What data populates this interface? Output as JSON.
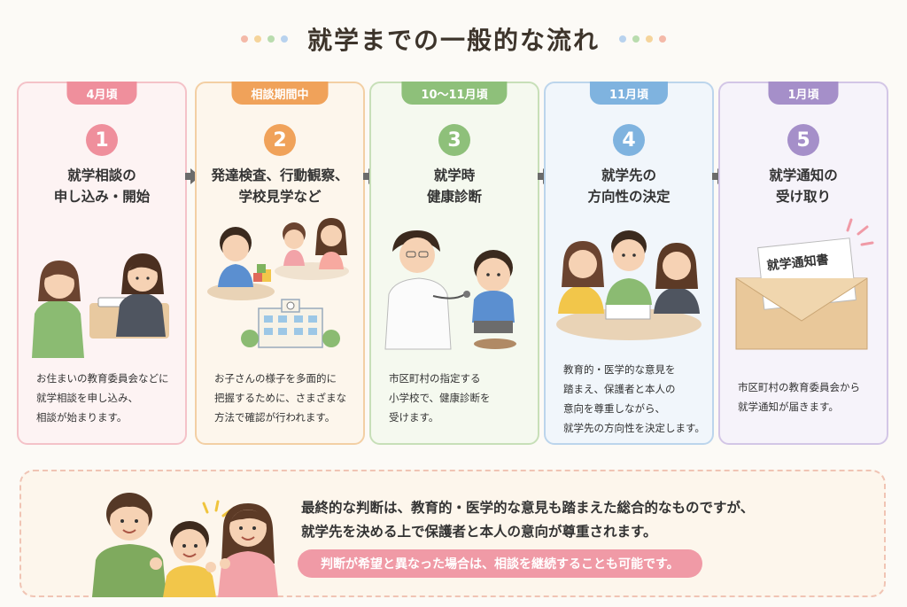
{
  "page_title": "就学までの一般的な流れ",
  "title_dots_left": [
    "#f4b9a8",
    "#f5d49b",
    "#b9dcae",
    "#b8d2ee"
  ],
  "title_dots_right": [
    "#b8d2ee",
    "#b9dcae",
    "#f5d49b",
    "#f4b9a8"
  ],
  "steps": [
    {
      "period": "4月頃",
      "number": "1",
      "title_lines": [
        "就学相談の",
        "申し込み・開始"
      ],
      "desc_lines": [
        "お住まいの教育委員会などに",
        "就学相談を申し込み、",
        "相談が始まります。"
      ],
      "color": "#ef8f9c",
      "bg": "#fdf3f3",
      "border": "#f4c2c8",
      "illustration": "consultation-scene"
    },
    {
      "period": "相談期間中",
      "number": "2",
      "title_lines": [
        "発達検査、行動観察、",
        "学校見学など"
      ],
      "desc_lines": [
        "お子さんの様子を多面的に",
        "把握するために、さまざまな",
        "方法で確認が行われます。"
      ],
      "color": "#f0a25a",
      "bg": "#fdf6ec",
      "border": "#f3cfa4",
      "illustration": "observation-scene"
    },
    {
      "period": "10〜11月頃",
      "number": "3",
      "title_lines": [
        "就学時",
        "健康診断"
      ],
      "desc_lines": [
        "市区町村の指定する",
        "小学校で、健康診断を",
        "受けます。"
      ],
      "color": "#8ec07a",
      "bg": "#f5f9ef",
      "border": "#c7dfb8",
      "illustration": "health-check-scene"
    },
    {
      "period": "11月頃",
      "number": "4",
      "title_lines": [
        "就学先の",
        "方向性の決定"
      ],
      "desc_lines": [
        "教育的・医学的な意見を",
        "踏まえ、保護者と本人の",
        "意向を尊重しながら、",
        "就学先の方向性を決定します。"
      ],
      "color": "#7fb3df",
      "bg": "#f1f6fb",
      "border": "#bcd5ec",
      "illustration": "decision-scene"
    },
    {
      "period": "1月頃",
      "number": "5",
      "title_lines": [
        "就学通知の",
        "受け取り"
      ],
      "desc_lines": [
        "市区町村の教育委員会から",
        "就学通知が届きます。"
      ],
      "color": "#a58fc9",
      "bg": "#f6f3fa",
      "border": "#d3c6e6",
      "illustration": "notice-envelope",
      "notice_label": "就学通知書"
    }
  ],
  "summary": {
    "lines": [
      "最終的な判断は、教育的・医学的な意見も踏まえた総合的なものですが、",
      "就学先を決める上で保護者と本人の意向が尊重されます。"
    ],
    "note": "判断が希望と異なった場合は、相談を継続することも可能です。",
    "illustration": "family-scene"
  }
}
